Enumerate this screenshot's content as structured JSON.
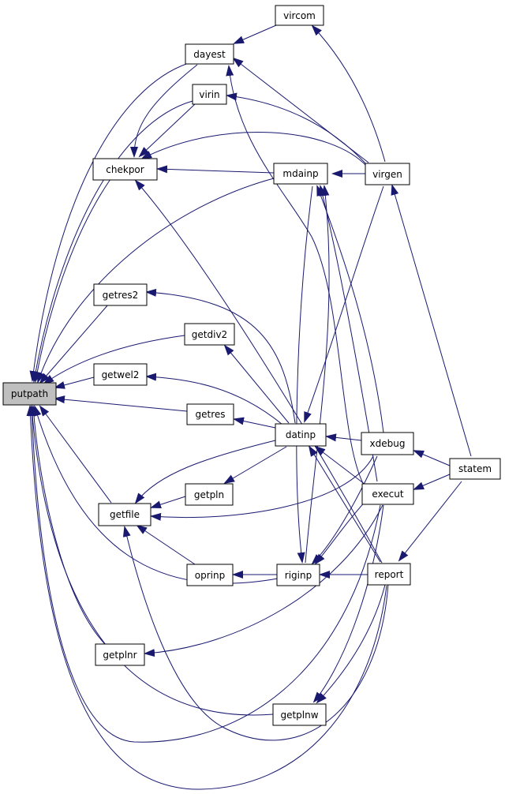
{
  "colors": {
    "edge": "#191970",
    "arrowhead": "#191970",
    "node_fill": "#ffffff",
    "focus_fill": "#bfbfbf",
    "node_border": "#000000",
    "background": "#ffffff"
  },
  "nodes": {
    "putpath": "putpath",
    "vircom": "vircom",
    "dayest": "dayest",
    "virin": "virin",
    "chekpor": "chekpor",
    "mdainp": "mdainp",
    "virgen": "virgen",
    "getres2": "getres2",
    "getdiv2": "getdiv2",
    "getwel2": "getwel2",
    "getres": "getres",
    "datinp": "datinp",
    "xdebug": "xdebug",
    "statem": "statem",
    "getfile": "getfile",
    "getpln": "getpln",
    "execut": "execut",
    "oprinp": "oprinp",
    "riginp": "riginp",
    "report": "report",
    "getplnr": "getplnr",
    "getplnw": "getplnw"
  },
  "focus_node": "putpath",
  "edges": [
    [
      "putpath",
      "dayest"
    ],
    [
      "putpath",
      "virin"
    ],
    [
      "putpath",
      "chekpor"
    ],
    [
      "putpath",
      "mdainp"
    ],
    [
      "putpath",
      "getres2"
    ],
    [
      "putpath",
      "getdiv2"
    ],
    [
      "putpath",
      "getwel2"
    ],
    [
      "putpath",
      "getres"
    ],
    [
      "putpath",
      "getfile"
    ],
    [
      "putpath",
      "riginp"
    ],
    [
      "putpath",
      "getplnr"
    ],
    [
      "putpath",
      "getplnw"
    ],
    [
      "putpath",
      "execut"
    ],
    [
      "putpath",
      "report"
    ],
    [
      "vircom",
      "dayest"
    ],
    [
      "vircom",
      "virgen"
    ],
    [
      "dayest",
      "chekpor"
    ],
    [
      "dayest",
      "virgen"
    ],
    [
      "dayest",
      "execut"
    ],
    [
      "virin",
      "chekpor"
    ],
    [
      "virin",
      "virgen"
    ],
    [
      "chekpor",
      "mdainp"
    ],
    [
      "chekpor",
      "virgen"
    ],
    [
      "chekpor",
      "report"
    ],
    [
      "mdainp",
      "virgen"
    ],
    [
      "mdainp",
      "xdebug"
    ],
    [
      "mdainp",
      "execut"
    ],
    [
      "virgen",
      "statem"
    ],
    [
      "getres2",
      "datinp"
    ],
    [
      "getdiv2",
      "datinp"
    ],
    [
      "getwel2",
      "datinp"
    ],
    [
      "getres",
      "datinp"
    ],
    [
      "datinp",
      "virgen"
    ],
    [
      "datinp",
      "xdebug"
    ],
    [
      "datinp",
      "execut"
    ],
    [
      "datinp",
      "report"
    ],
    [
      "xdebug",
      "statem"
    ],
    [
      "execut",
      "statem"
    ],
    [
      "report",
      "statem"
    ],
    [
      "getfile",
      "datinp"
    ],
    [
      "getfile",
      "getpln"
    ],
    [
      "getfile",
      "xdebug"
    ],
    [
      "getfile",
      "oprinp"
    ],
    [
      "getfile",
      "report"
    ],
    [
      "getpln",
      "datinp"
    ],
    [
      "oprinp",
      "riginp"
    ],
    [
      "riginp",
      "mdainp"
    ],
    [
      "riginp",
      "xdebug"
    ],
    [
      "riginp",
      "execut"
    ],
    [
      "riginp",
      "report"
    ],
    [
      "getplnr",
      "execut"
    ],
    [
      "getplnw",
      "execut"
    ],
    [
      "getplnw",
      "report"
    ]
  ]
}
